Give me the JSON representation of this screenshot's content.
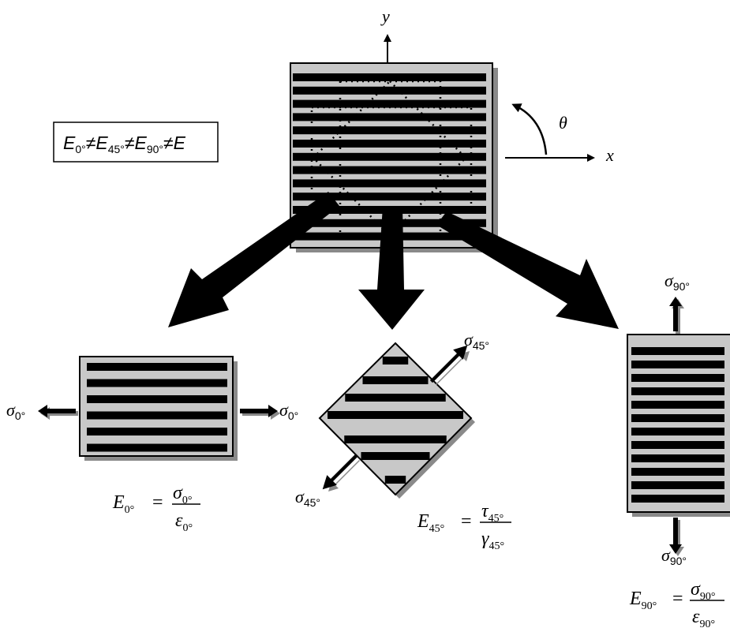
{
  "axes": {
    "y_label": "y",
    "x_label": "x",
    "angle_label": "θ"
  },
  "header": {
    "E0": "E",
    "E0_sub": "0°",
    "ne1": "≠",
    "E45": "E",
    "E45_sub": "45°",
    "ne2": "≠",
    "E90": "E",
    "E90_sub": "90°",
    "ne3": "≠",
    "E": "E"
  },
  "specimen_0": {
    "stress_left": "σ",
    "stress_left_sub": "0°",
    "stress_right": "σ",
    "stress_right_sub": "0°",
    "modulus": "E",
    "modulus_sub": "0°",
    "equals": "=",
    "numerator": "σ",
    "numerator_sub": "0°",
    "denominator": "ε",
    "denominator_sub": "0°"
  },
  "specimen_45": {
    "stress_top": "σ",
    "stress_top_sub": "45°",
    "stress_bottom": "σ",
    "stress_bottom_sub": "45°",
    "modulus": "E",
    "modulus_sub": "45°",
    "equals": "=",
    "numerator": "τ",
    "numerator_sub": "45°",
    "denominator": "γ",
    "denominator_sub": "45°"
  },
  "specimen_90": {
    "stress_top": "σ",
    "stress_top_sub": "90°",
    "stress_bottom": "σ",
    "stress_bottom_sub": "90°",
    "modulus": "E",
    "modulus_sub": "90°",
    "equals": "=",
    "numerator": "σ",
    "numerator_sub": "90°",
    "denominator": "ε",
    "denominator_sub": "90°"
  },
  "colors": {
    "plate_fill": "#c8c8c8",
    "fiber": "#000000",
    "shadow": "#9a9a9a",
    "arrow": "#000000"
  }
}
